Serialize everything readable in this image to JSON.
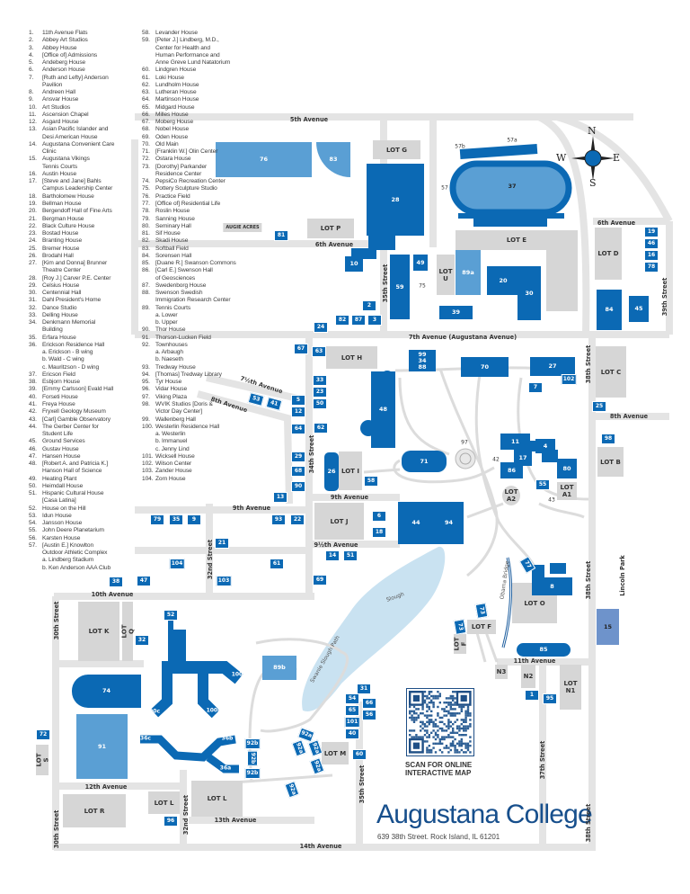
{
  "legend": {
    "columns": [
      [
        {
          "n": "1.",
          "t": "11th Avenue Flats"
        },
        {
          "n": "2.",
          "t": "Abbey Art Studios"
        },
        {
          "n": "3.",
          "t": "Abbey House"
        },
        {
          "n": "4.",
          "t": "[Office of] Admissions"
        },
        {
          "n": "5.",
          "t": "Andeberg House"
        },
        {
          "n": "6.",
          "t": "Anderson House"
        },
        {
          "n": "7.",
          "t": "[Ruth and Lefty] Anderson"
        },
        {
          "n": "",
          "t": "Pavilion"
        },
        {
          "n": "8.",
          "t": "Andreen Hall"
        },
        {
          "n": "9.",
          "t": "Ansvar House"
        },
        {
          "n": "10.",
          "t": "Art Studios"
        },
        {
          "n": "11.",
          "t": "Ascension Chapel"
        },
        {
          "n": "12.",
          "t": "Asgard House"
        },
        {
          "n": "13.",
          "t": "Asian Pacific Islander and"
        },
        {
          "n": "",
          "t": "Desi American House"
        },
        {
          "n": "14.",
          "t": "Augustana Convenient Care"
        },
        {
          "n": "",
          "t": "Clinic"
        },
        {
          "n": "15.",
          "t": "Augustana Vikings"
        },
        {
          "n": "",
          "t": "Tennis Courts"
        },
        {
          "n": "16.",
          "t": "Austin House"
        },
        {
          "n": "17.",
          "t": "[Steve and Jane] Bahls"
        },
        {
          "n": "",
          "t": "Campus Leadership Center"
        },
        {
          "n": "18.",
          "t": "Bartholomew House"
        },
        {
          "n": "19.",
          "t": "Bellman House"
        },
        {
          "n": "20.",
          "t": "Bergendoff Hall of Fine Arts"
        },
        {
          "n": "21.",
          "t": "Bergman House"
        },
        {
          "n": "22.",
          "t": "Black Culture House"
        },
        {
          "n": "23.",
          "t": "Bostad House"
        },
        {
          "n": "24.",
          "t": "Branting House"
        },
        {
          "n": "25.",
          "t": "Bremer House"
        },
        {
          "n": "26.",
          "t": "Brodahl Hall"
        },
        {
          "n": "27.",
          "t": "[Kim and Donna] Brunner"
        },
        {
          "n": "",
          "t": "Theatre Center"
        },
        {
          "n": "28.",
          "t": "[Roy J.] Carver P.E. Center"
        },
        {
          "n": "29.",
          "t": "Celsius House"
        },
        {
          "n": "30.",
          "t": "Centennial Hall"
        },
        {
          "n": "31.",
          "t": "Dahl President's Home"
        },
        {
          "n": "32.",
          "t": "Dance Studio"
        },
        {
          "n": "33.",
          "t": "Delling House"
        },
        {
          "n": "34.",
          "t": "Denkmann Memorial"
        },
        {
          "n": "",
          "t": "Building"
        },
        {
          "n": "35.",
          "t": "Erfara House"
        },
        {
          "n": "36.",
          "t": "Erickson Residence Hall"
        },
        {
          "n": "",
          "t": "a. Erickson - B wing"
        },
        {
          "n": "",
          "t": "b. Wald - C wing"
        },
        {
          "n": "",
          "t": "c. Mauritzson - D wing"
        },
        {
          "n": "37.",
          "t": "Ericson Field"
        },
        {
          "n": "38.",
          "t": "Esbjorn House"
        },
        {
          "n": "39.",
          "t": "[Emmy Carlsson] Evald Hall"
        },
        {
          "n": "40.",
          "t": "Forseti House"
        },
        {
          "n": "41.",
          "t": "Freya House"
        },
        {
          "n": "42.",
          "t": "Fryxell Geology Museum"
        },
        {
          "n": "43.",
          "t": "[Carl] Gamble Observatory"
        },
        {
          "n": "44.",
          "t": "The Gerber Center for"
        },
        {
          "n": "",
          "t": "Student Life"
        },
        {
          "n": "45.",
          "t": "Ground Services"
        },
        {
          "n": "46.",
          "t": "Gustav House"
        },
        {
          "n": "47.",
          "t": "Hansen House"
        },
        {
          "n": "48.",
          "t": "[Robert A. and Patricia K.]"
        },
        {
          "n": "",
          "t": "Hanson Hall of Science"
        },
        {
          "n": "49.",
          "t": "Heating Plant"
        },
        {
          "n": "50.",
          "t": "Heimdall House"
        },
        {
          "n": "51.",
          "t": "Hispanic Cultural House"
        },
        {
          "n": "",
          "t": "[Casa Latina]"
        },
        {
          "n": "52.",
          "t": "House on the Hill"
        },
        {
          "n": "53.",
          "t": "Idun House"
        },
        {
          "n": "54.",
          "t": "Jansson House"
        },
        {
          "n": "55.",
          "t": "John Deere Planetarium"
        },
        {
          "n": "56.",
          "t": "Karsten House"
        },
        {
          "n": "57.",
          "t": "[Austin E.] Knowlton"
        },
        {
          "n": "",
          "t": "Outdoor Athletic Complex"
        },
        {
          "n": "",
          "t": "a. Lindberg Stadium"
        },
        {
          "n": "",
          "t": "b. Ken Anderson AAA Club"
        }
      ],
      [
        {
          "n": "58.",
          "t": "Levander House"
        },
        {
          "n": "59.",
          "t": "[Peter J.] Lindberg, M.D.,"
        },
        {
          "n": "",
          "t": "Center for Health and"
        },
        {
          "n": "",
          "t": "Human Performance and"
        },
        {
          "n": "",
          "t": "Anne Greve Lund Natatorium"
        },
        {
          "n": "60.",
          "t": "Lindgren House"
        },
        {
          "n": "61.",
          "t": "Loki House"
        },
        {
          "n": "62.",
          "t": "Lundholm House"
        },
        {
          "n": "63.",
          "t": "Lutheran House"
        },
        {
          "n": "64.",
          "t": "Martinson House"
        },
        {
          "n": "65.",
          "t": "Midgard House"
        },
        {
          "n": "66.",
          "t": "Milles House"
        },
        {
          "n": "67.",
          "t": "Moberg House"
        },
        {
          "n": "68.",
          "t": "Nobel House"
        },
        {
          "n": "69.",
          "t": "Oden House"
        },
        {
          "n": "70.",
          "t": "Old Main"
        },
        {
          "n": "71.",
          "t": "[Franklin W.] Olin Center"
        },
        {
          "n": "72.",
          "t": "Ostara House"
        },
        {
          "n": "73.",
          "t": "[Dorothy] Parkander"
        },
        {
          "n": "",
          "t": "Residence Center"
        },
        {
          "n": "74.",
          "t": "PepsiCo Recreation Center"
        },
        {
          "n": "75.",
          "t": "Pottery Sculpture Studio"
        },
        {
          "n": "76.",
          "t": "Practice Field"
        },
        {
          "n": "77.",
          "t": "[Office of] Residential Life"
        },
        {
          "n": "78.",
          "t": "Roslin House"
        },
        {
          "n": "79.",
          "t": "Sanning House"
        },
        {
          "n": "80.",
          "t": "Seminary Hall"
        },
        {
          "n": "81.",
          "t": "Sif House"
        },
        {
          "n": "82.",
          "t": "Skadi House"
        },
        {
          "n": "83.",
          "t": "Softball Field"
        },
        {
          "n": "84.",
          "t": "Sorensen Hall"
        },
        {
          "n": "85.",
          "t": "[Duane R.] Swanson Commons"
        },
        {
          "n": "86.",
          "t": "[Carl E.] Swenson Hall"
        },
        {
          "n": "",
          "t": "of Geosciences"
        },
        {
          "n": "87.",
          "t": "Swedenborg House"
        },
        {
          "n": "88.",
          "t": "Swenson Swedish"
        },
        {
          "n": "",
          "t": "Immigration Research Center"
        },
        {
          "n": "89.",
          "t": "Tennis Courts"
        },
        {
          "n": "",
          "t": "a. Lower"
        },
        {
          "n": "",
          "t": "b. Upper"
        },
        {
          "n": "90.",
          "t": "Thor House"
        },
        {
          "n": "91.",
          "t": "Thorson-Lucken Field"
        },
        {
          "n": "92.",
          "t": "Townhouses"
        },
        {
          "n": "",
          "t": "a. Arbaugh"
        },
        {
          "n": "",
          "t": "b. Naeseth"
        },
        {
          "n": "93.",
          "t": "Tredway House"
        },
        {
          "n": "94.",
          "t": "[Thomas] Tredway Library"
        },
        {
          "n": "95.",
          "t": "Tyr House"
        },
        {
          "n": "96.",
          "t": "Vidar House"
        },
        {
          "n": "97.",
          "t": "Viking Plaza"
        },
        {
          "n": "98.",
          "t": "WVIK Studios [Doris &"
        },
        {
          "n": "",
          "t": "Victor Day Center]"
        },
        {
          "n": "99.",
          "t": "Wallenberg Hall"
        },
        {
          "n": "100.",
          "t": "Westerlin Residence Hall"
        },
        {
          "n": "",
          "t": "a. Westerlin"
        },
        {
          "n": "",
          "t": "b. Immanuel"
        },
        {
          "n": "",
          "t": "c. Jenny Lind"
        },
        {
          "n": "101.",
          "t": "Wicksell House"
        },
        {
          "n": "102.",
          "t": "Wilson Center"
        },
        {
          "n": "103.",
          "t": "Zander House"
        },
        {
          "n": "104.",
          "t": "Zorn House"
        }
      ]
    ]
  },
  "map": {
    "colors": {
      "building": "#0b69b4",
      "field": "#5a9fd4",
      "tennis": "#6e93cb",
      "road": "#e4e4e4",
      "lot": "#d6d6d6",
      "water": "#c9e2f1"
    },
    "compass": {
      "n": "N",
      "s": "S",
      "e": "E",
      "w": "W"
    },
    "streets": [
      "5th Avenue",
      "6th Avenue",
      "6th Avenue",
      "7th Avenue (Augustana Avenue)",
      "35th Street",
      "38th Street",
      "39th Street",
      "7½th Avenue",
      "8th Avenue",
      "8th Avenue",
      "34th Street",
      "9th Avenue",
      "9th Avenue",
      "32nd Street",
      "9½th Avenue",
      "10th Avenue",
      "30th Street",
      "38th Street",
      "Lincoln Park",
      "11th Avenue",
      "12th Avenue",
      "13th Avenue",
      "14th Avenue",
      "30th Street",
      "32nd Street",
      "35th Street",
      "37th Street",
      "38th Street"
    ],
    "lots": [
      "LOT G",
      "LOT P",
      "LOT E",
      "LOT U",
      "LOT D",
      "LOT H",
      "LOT C",
      "LOT I",
      "LOT J",
      "LOT B",
      "LOT\nA2",
      "LOT\nA1",
      "LOT O",
      "LOT F",
      "LOT F",
      "N3",
      "N2",
      "LOT\nN1",
      "LOT K",
      "LOT Q",
      "LOT S",
      "LOT R",
      "LOT L",
      "LOT L",
      "LOT M"
    ],
    "buildings": [
      "28",
      "59",
      "49",
      "20",
      "30",
      "39",
      "84",
      "45",
      "10",
      "48",
      "70",
      "27",
      "71",
      "11",
      "17",
      "4",
      "80",
      "86",
      "44",
      "94",
      "8",
      "85",
      "99\n34\n88",
      "26",
      "74",
      "91",
      "89b",
      "89a",
      "76",
      "83",
      "15",
      "37"
    ],
    "markers": [
      "81",
      "2",
      "82",
      "87",
      "3",
      "24",
      "19",
      "46",
      "16",
      "78",
      "67",
      "63",
      "33",
      "23",
      "50",
      "5",
      "12",
      "64",
      "62",
      "53",
      "41",
      "29",
      "68",
      "90",
      "13",
      "93",
      "22",
      "58",
      "6",
      "18",
      "14",
      "51",
      "69",
      "61",
      "79",
      "35",
      "9",
      "21",
      "104",
      "103",
      "38",
      "47",
      "25",
      "98",
      "7",
      "102",
      "55",
      "52",
      "32",
      "72",
      "31",
      "54",
      "66",
      "65",
      "56",
      "101",
      "40",
      "60",
      "96",
      "1",
      "95",
      "92b",
      "92b",
      "92b",
      "92a",
      "92a",
      "92a",
      "92a",
      "92a",
      "73",
      "73",
      "77"
    ],
    "wing_labels": [
      "100a",
      "100b",
      "100c",
      "36a",
      "36b",
      "36c"
    ],
    "small_labels": [
      "57a",
      "57b",
      "57",
      "75",
      "97",
      "42",
      "43",
      "AUGIE ACRES",
      "Slough",
      "Swanie Slough Path",
      "Obama Bridge"
    ]
  },
  "qr": {
    "caption_line1": "SCAN FOR ONLINE",
    "caption_line2": "INTERACTIVE MAP"
  },
  "brand": {
    "name": "Augustana College",
    "address": "639 38th Street. Rock Island, IL 61201"
  }
}
